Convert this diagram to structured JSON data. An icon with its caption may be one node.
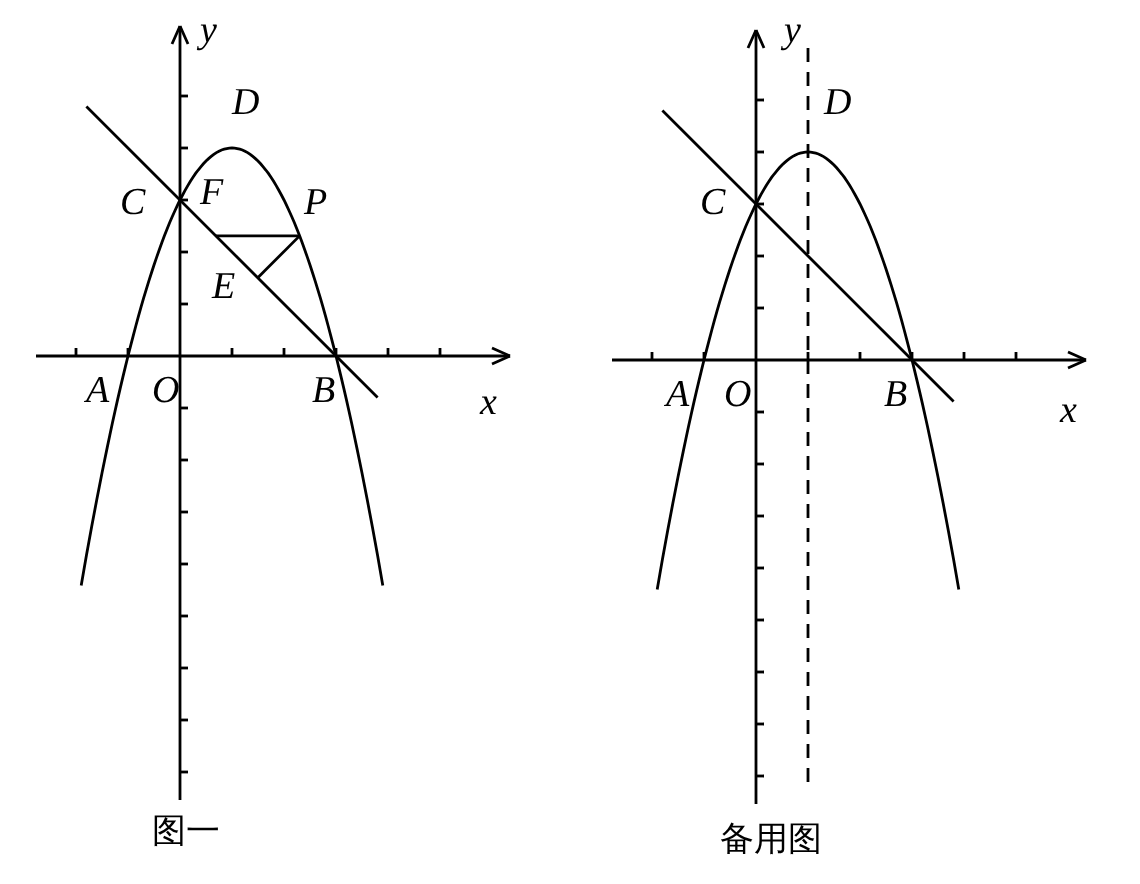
{
  "diagram": {
    "labels": [
      "y",
      "D",
      "C",
      "F",
      "P",
      "E",
      "A",
      "O",
      "B",
      "x",
      "图一",
      "y",
      "D",
      "C",
      "A",
      "O",
      "B",
      "x",
      "备用图"
    ]
  }
}
